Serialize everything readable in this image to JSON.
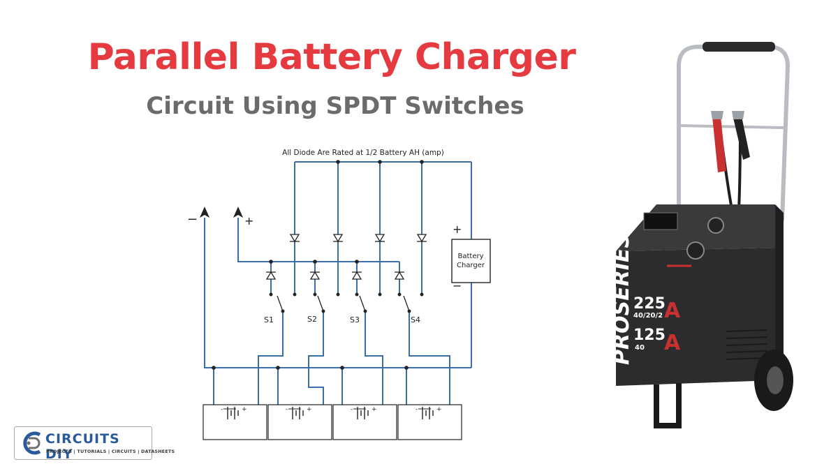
{
  "header": {
    "title": "Parallel Battery Charger",
    "subtitle": "Circuit Using SPDT Switches"
  },
  "diagram": {
    "note": "All Diode Are Rated at 1/2 Battery AH (amp)",
    "charger_label_line1": "Battery",
    "charger_label_line2": "Charger",
    "charger_plus": "+",
    "charger_minus": "−",
    "output_minus": "−",
    "output_plus": "+",
    "switches": [
      {
        "label": "S1"
      },
      {
        "label": "S2"
      },
      {
        "label": "S3"
      },
      {
        "label": "S4"
      }
    ],
    "battery_sign_minus": "-",
    "battery_sign_plus": "+",
    "colors": {
      "wire": "#3a6ea8",
      "component": "#222222"
    }
  },
  "product": {
    "brand": "PROSERIES",
    "rating_high": "225",
    "rating_high_sub": "40/20/2",
    "rating_low": "125",
    "rating_low_sub": "40",
    "unit": "A",
    "colors": {
      "body": "#2c2c2e",
      "accent": "#c8312f"
    }
  },
  "logo": {
    "name": "CIRCUITS DIY",
    "tagline": "PROJECTS | TUTORIALS | CIRCUITS | DATASHEETS",
    "colors": {
      "primary": "#2a5a9a"
    }
  }
}
